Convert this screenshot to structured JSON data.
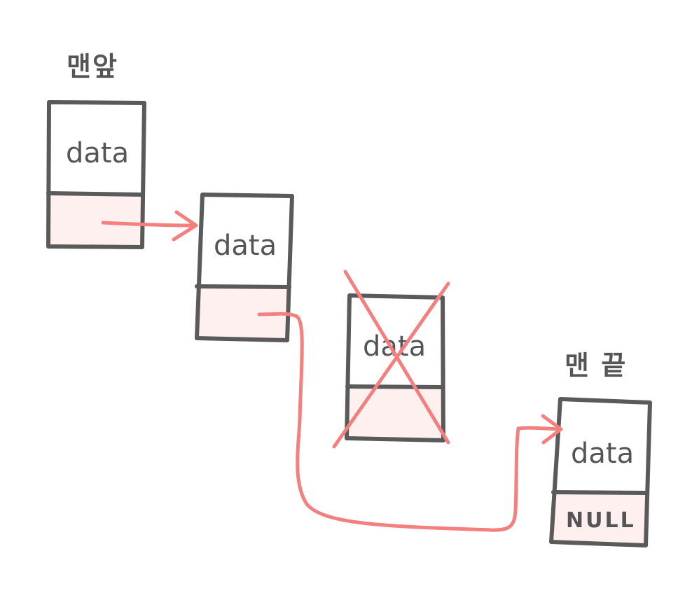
{
  "labels": {
    "head": "맨앞",
    "tail": "맨 끝"
  },
  "nodes": [
    {
      "data_label": "data",
      "next_label": "",
      "deleted": false
    },
    {
      "data_label": "data",
      "next_label": "",
      "deleted": false
    },
    {
      "data_label": "data",
      "next_label": "",
      "deleted": true
    },
    {
      "data_label": "data",
      "next_label": "NULL",
      "deleted": false
    }
  ],
  "colors": {
    "outline": "#5a5a5a",
    "pointer_fill": "#fff0f0",
    "arrow": "#f47f7f",
    "cross": "#f47f7f"
  }
}
